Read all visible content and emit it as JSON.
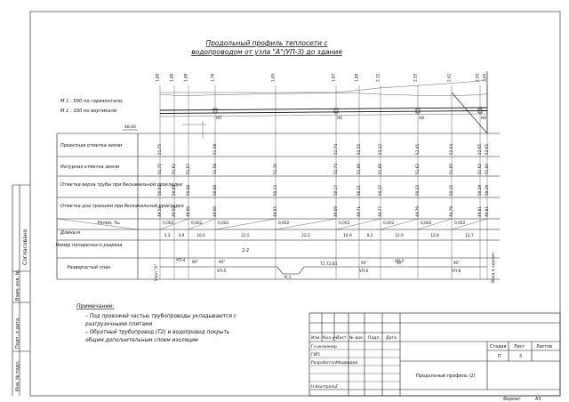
{
  "drawing": {
    "title_line1": "Продольный профиль теплосети с",
    "title_line2": "водопроводом от узла \"А\"(УП-3) до здания",
    "scale_h": "М 1 : 500 по горизонтали,",
    "scale_v": "М 1 : 100 по вертикали",
    "datum": "48,00",
    "left_start": "Узел \"А\"",
    "right_end": "Ввод в здание",
    "section_mark": "2-2",
    "rot_label_bottom": "Инв. № подл.",
    "rot_label_2": "Подп. и дата",
    "rot_label_3": "Взам. инв. №",
    "rot_label_4": "Согласовано"
  },
  "rows": {
    "design_ground": "Проектная отметка земли",
    "natural_ground": "Натурная отметка земли",
    "pipe_top": "Отметка верха трубы при бесканальной прокладке",
    "trench_bottom": "Отметка дна траншеи при бесканальной прокладке",
    "slope": "Уклон, ‰",
    "length": "Длина,м",
    "section_no": "Номер поперечного разреза",
    "plan": "Развернутый план"
  },
  "profile": {
    "top_elev": [
      "1,89",
      "1,89",
      "1,89",
      "1,78",
      "1,85",
      "1,87",
      "1,89",
      "2,32",
      "2,55",
      "2,42",
      "2,65",
      "2,65"
    ],
    "design": [
      "51,75",
      "",
      "",
      "51,58",
      "",
      "51,74",
      "52,55",
      "52,22",
      "52,45",
      "52,64",
      "52,65",
      "52,65"
    ],
    "natural": [
      "51,75",
      "51,62",
      "51,67",
      "51,58",
      "51,70",
      "51,74",
      "51,66",
      "51,66",
      "51,62",
      "51,65",
      "51,62",
      "51,60"
    ],
    "pipe_top": [
      "50,04",
      "50,05",
      "50,08",
      "50,08",
      "50,13",
      "50,17",
      "50,21",
      "50,27",
      "50,23",
      "50,25",
      "50,29",
      "50,29"
    ],
    "trench": [
      "49,58",
      "49,59",
      "49,60",
      "49,60",
      "49,65",
      "49,69",
      "49,71",
      "49,77",
      "49,79",
      "49,79",
      "49,81",
      "49,81"
    ],
    "slope": [
      "0,002",
      "0,002",
      "0,002",
      "0,002",
      "0,002",
      "0,002",
      "0,002",
      "0,002"
    ],
    "length": [
      "5,3",
      "4,9",
      "10,0",
      "22,5",
      "22,5",
      "16,9",
      "8,2",
      "12,9",
      "12,8",
      "12,7"
    ],
    "markers": [
      "НО",
      "НО",
      "НО",
      "НО"
    ],
    "plan_nodes": [
      "УП-4",
      "УП-5",
      "К-1",
      "Т1,Т2,В1",
      "УП-6",
      "УП-7",
      "УП-8"
    ],
    "angles": [
      "90°",
      "90°",
      "90°",
      "90°",
      "90°"
    ]
  },
  "notes": {
    "heading": "Примечание:",
    "line1": "– Под проезжей частью трубопроводы укладываются с",
    "line1b": "разгрузочными плитами",
    "line2": "– Обратный трубопровод (Т2) и водопровод покрыть",
    "line2b": "общим дополнительным слоем изоляции"
  },
  "stamp": {
    "col_izm": "Изм.",
    "col_kol": "Кол.уч.",
    "col_list": "Лист",
    "col_doc": "№ док.",
    "col_sign": "Подп.",
    "col_date": "Дата",
    "r_gi": "Гл.инженер",
    "r_gip": "ГИП",
    "r_razrab": "Разработал",
    "r_razrab_name": "Медведев",
    "r_nkontr": "Н.Контроль",
    "r_nkontr_name": "Г",
    "h_stage": "Стадия",
    "h_sheet": "Лист",
    "h_sheets": "Листов",
    "v_stage": "П",
    "v_sheet": "3",
    "sheet_title": "Продольный профиль (2)",
    "format_label": "Формат",
    "format_value": "А3"
  }
}
